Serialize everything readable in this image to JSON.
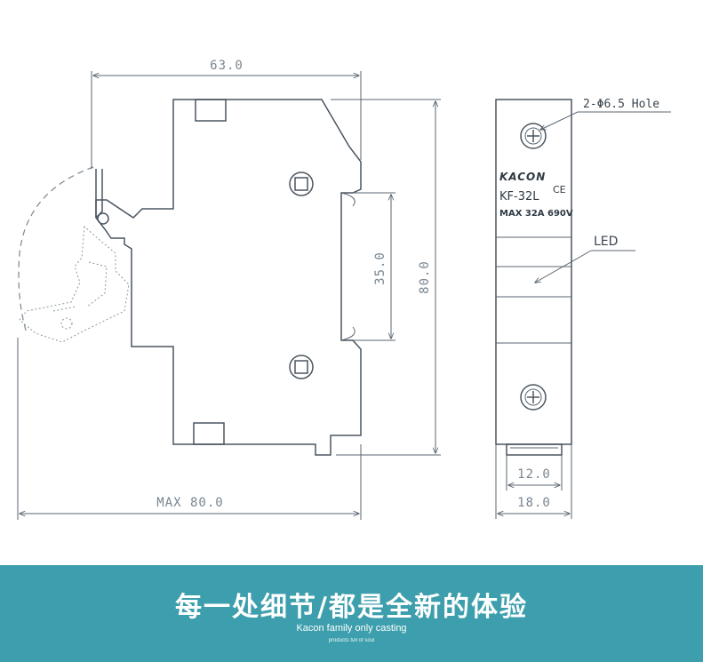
{
  "diagram": {
    "dimensions": {
      "top_width": "63.0",
      "height": "80.0",
      "rail_spacing": "35.0",
      "max_width": "MAX 80.0",
      "inner_width": "12.0",
      "outer_width": "18.0"
    },
    "labels": {
      "hole": "2-Φ6.5 Hole",
      "led": "LED"
    },
    "product": {
      "brand": "KACON",
      "cert": "CE",
      "model": "KF-32L",
      "rating": "MAX 32A 690V"
    }
  },
  "banner": {
    "title": "每一处细节/都是全新的体验",
    "subtitle": "Kacon family only casting",
    "tagline": "products full of soul"
  },
  "colors": {
    "line": "#4a5560",
    "dimension_text": "#7a8690",
    "banner_bg": "#3d9fad",
    "banner_text": "#ffffff"
  }
}
